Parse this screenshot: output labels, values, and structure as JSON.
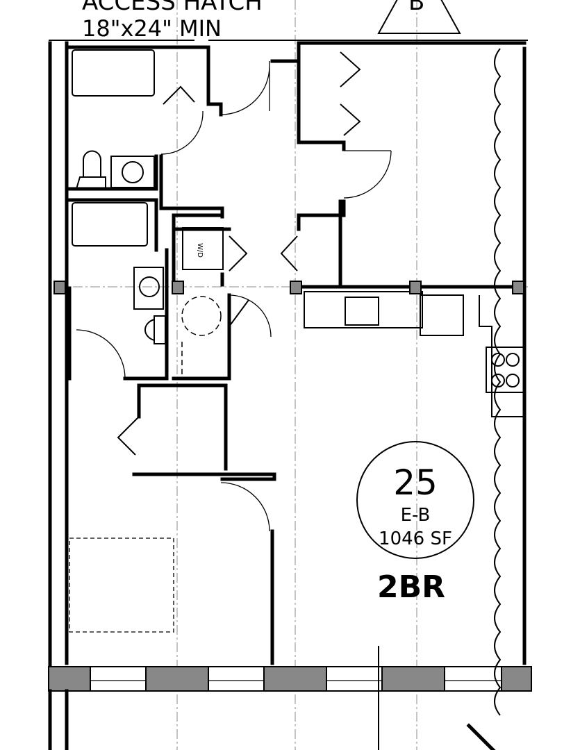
{
  "annotations": {
    "hatch_line1": "ACCESS HATCH",
    "hatch_line2": "18\"x24\" MIN",
    "section_marker": "B",
    "washer_dryer": "W/D"
  },
  "unit_tag": {
    "number": "25",
    "type": "E-B",
    "area": "1046 SF",
    "bedrooms": "2BR"
  }
}
